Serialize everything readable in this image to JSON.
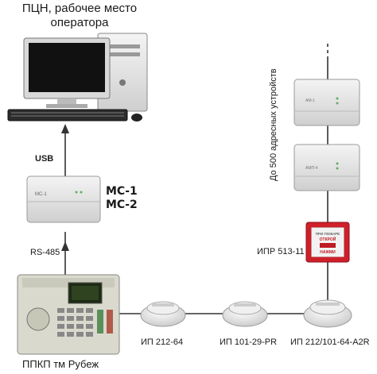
{
  "title_line1": "ПЦН, рабочее место",
  "title_line2": "оператора",
  "usb_label": "USB",
  "mc_line1": "МС-1",
  "mc_line2": "МС-2",
  "rs485_label": "RS-485",
  "panel_label": "ППКП тм Рубеж",
  "addr_note": "До 500 адресных устройств",
  "ipr_label": "ИПР 513-11",
  "det1_label": "ИП 212-64",
  "det2_label": "ИП 101-29-PR",
  "det3_label": "ИП 212/101-64-A2R",
  "module_top_text": "АМ-1",
  "module_mid_text": "АМП-4",
  "converter_text": "МС-1",
  "ipr_device_lines": [
    "ПРИ ПОЖАРЕ",
    "ОТКРОЙ",
    "НАЖМИ"
  ],
  "line_color": "#333333",
  "ipr_red": "#d11f2a"
}
